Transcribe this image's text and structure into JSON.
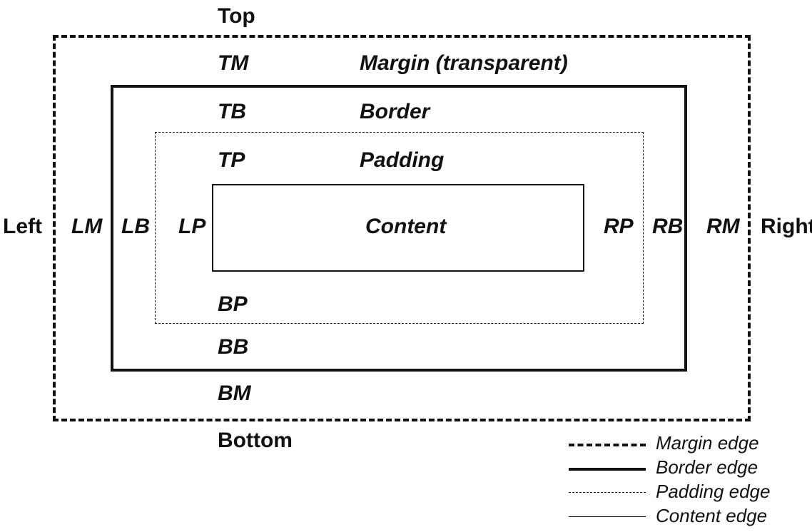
{
  "sides": {
    "top": "Top",
    "bottom": "Bottom",
    "left": "Left",
    "right": "Right"
  },
  "regions": {
    "margin": "Margin (transparent)",
    "border": "Border",
    "padding": "Padding",
    "content": "Content"
  },
  "labels": {
    "tm": "TM",
    "tb": "TB",
    "tp": "TP",
    "bp": "BP",
    "bb": "BB",
    "bm": "BM",
    "lm": "LM",
    "lb": "LB",
    "lp": "LP",
    "rp": "RP",
    "rb": "RB",
    "rm": "RM"
  },
  "legend": [
    {
      "style": "thick-dashed",
      "label": "Margin edge"
    },
    {
      "style": "thick-solid",
      "label": "Border edge"
    },
    {
      "style": "thin-dashed",
      "label": "Padding edge"
    },
    {
      "style": "thin-solid",
      "label": "Content edge"
    }
  ]
}
